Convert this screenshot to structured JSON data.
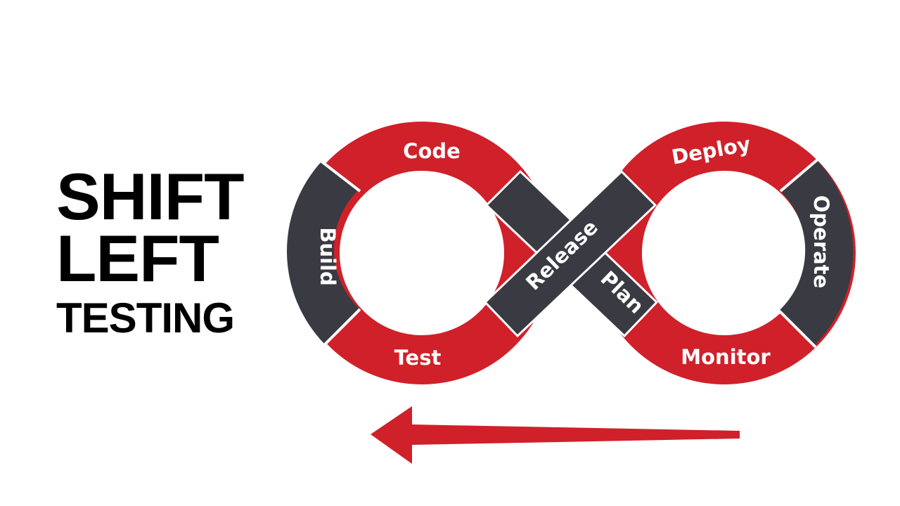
{
  "title": {
    "line1": "SHIFT",
    "line2": "LEFT",
    "line3": "TESTING"
  },
  "stages": {
    "code": "Code",
    "build": "Build",
    "test": "Test",
    "release": "Release",
    "plan": "Plan",
    "deploy": "Deploy",
    "operate": "Operate",
    "monitor": "Monitor"
  },
  "colors": {
    "red": "#d0202a",
    "dark": "#3a3a42",
    "background": "#ffffff",
    "text": "#000000"
  },
  "icons": {
    "arrow": "arrow-left-icon"
  }
}
